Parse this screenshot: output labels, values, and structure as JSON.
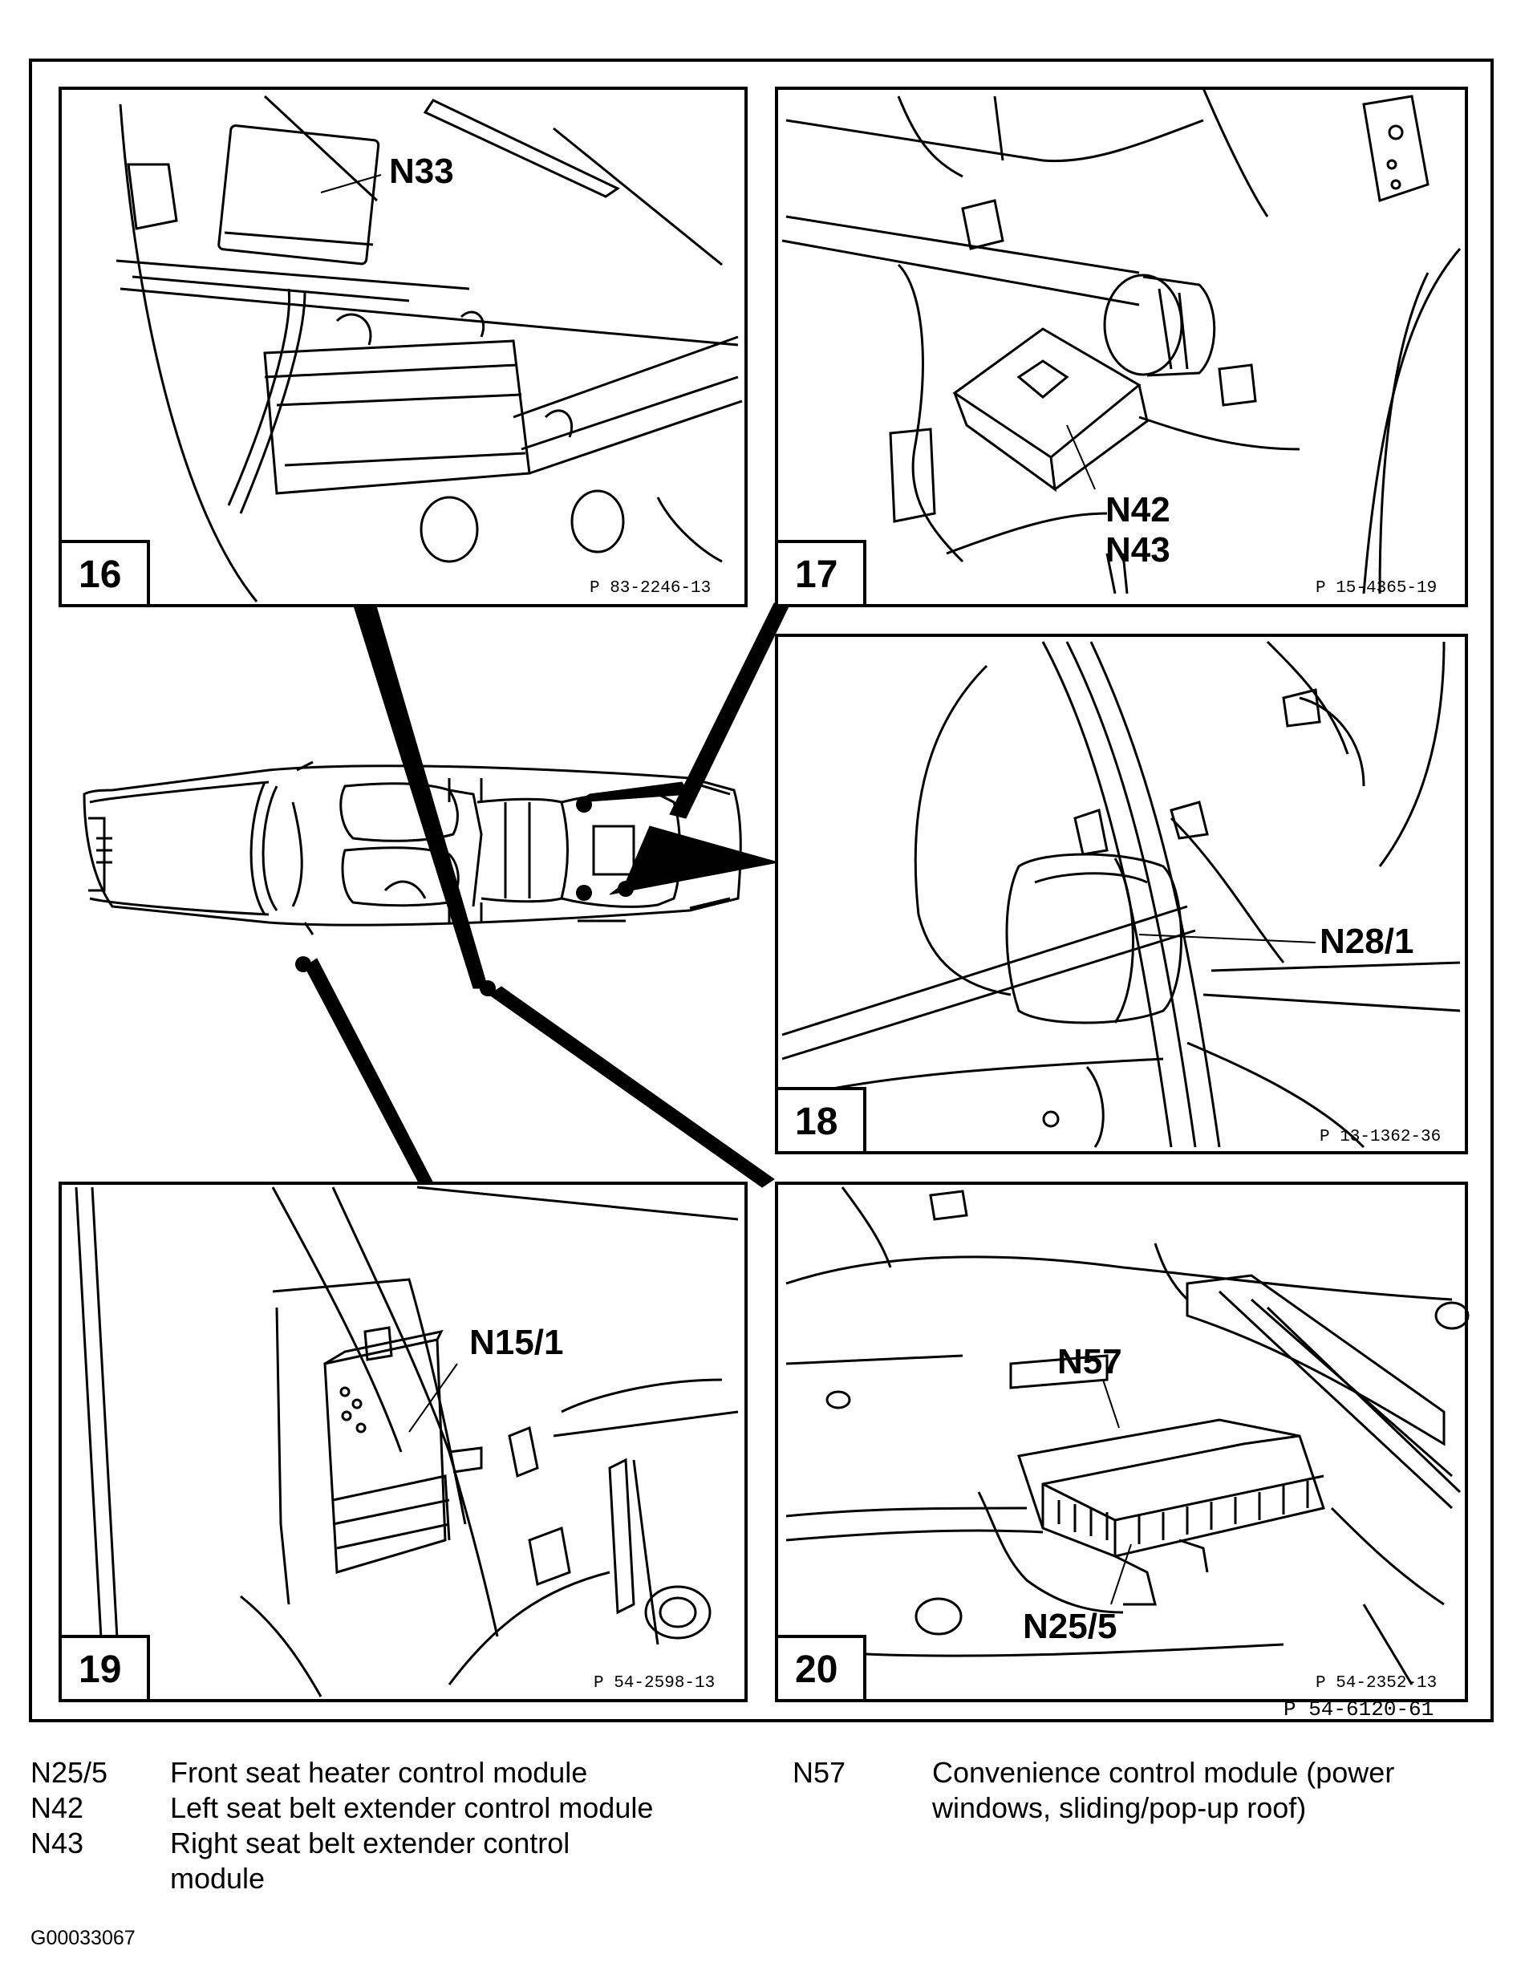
{
  "panels": [
    {
      "number": "16",
      "ref": "P 83-2246-13",
      "labels": [
        "N33"
      ]
    },
    {
      "number": "17",
      "ref": "P 15-4365-19",
      "labels": [
        "N42",
        "N43"
      ]
    },
    {
      "number": "18",
      "ref": "P 13-1362-36",
      "labels": [
        "N28/1"
      ]
    },
    {
      "number": "19",
      "ref": "P 54-2598-13",
      "labels": [
        "N15/1"
      ]
    },
    {
      "number": "20",
      "ref": "P 54-2352-13",
      "labels": [
        "N57",
        "N25/5"
      ]
    }
  ],
  "figure_ref": "P 54-6120-61",
  "legend": [
    {
      "code": "N25/5",
      "text": "Front seat heater control module"
    },
    {
      "code": "N42",
      "text": "Left seat belt extender control module"
    },
    {
      "code": "N43",
      "text": "Right seat belt extender control module"
    },
    {
      "code": "N57",
      "text": "Convenience control module (power windows, sliding/pop-up roof)"
    }
  ],
  "doc_id": "G00033067"
}
